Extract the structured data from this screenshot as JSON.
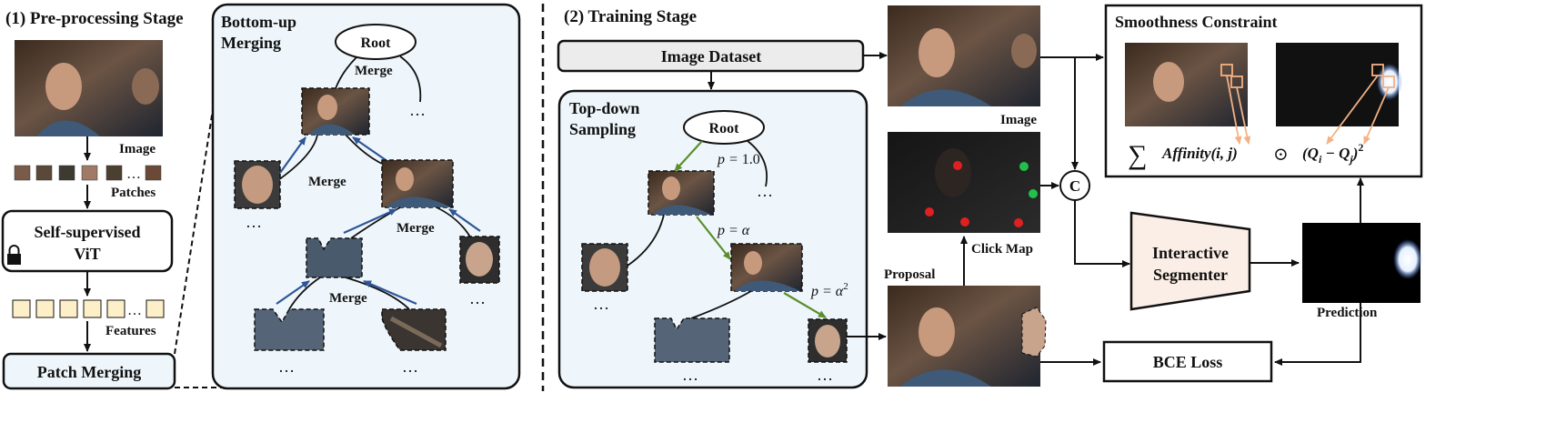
{
  "preprocess": {
    "stage_title": "(1) Pre-processing Stage",
    "image_label": "Image",
    "patches_label": "Patches",
    "patches_ellipsis": "…",
    "vit_line1": "Self-supervised",
    "vit_line2": "ViT",
    "features_label": "Features",
    "features_ellipsis": "…",
    "merging_box": "Patch Merging"
  },
  "bottom_up": {
    "title_line1": "Bottom-up",
    "title_line2": "Merging",
    "root": "Root",
    "merge": "Merge",
    "ellipsis": "…"
  },
  "training": {
    "stage_title": "(2) Training Stage",
    "dataset": "Image Dataset",
    "top_down_line1": "Top-down",
    "top_down_line2": "Sampling",
    "root": "Root",
    "p1_prefix": "p = ",
    "p1_value": "1.0",
    "p2_prefix": "p = ",
    "p2_value": "α",
    "p3_prefix": "p = ",
    "p3_value": "α",
    "p3_exp": "2",
    "ellipsis": "…",
    "image_label": "Image",
    "click_map_label": "Click Map",
    "proposal_label": "Proposal",
    "concat_symbol": "C",
    "segmenter_line1": "Interactive",
    "segmenter_line2": "Segmenter",
    "prediction_label": "Prediction",
    "bce_loss": "BCE Loss"
  },
  "smoothness": {
    "title": "Smoothness Constraint",
    "sum_symbol": "∑",
    "affinity": "Affinity(i, j)",
    "odot": "⊙",
    "q_term": "(Q",
    "q_i": "i",
    "minus": " − Q",
    "q_j": "j",
    "close": ")",
    "exp": "2"
  },
  "colors": {
    "blue_arrow": "#2f5597",
    "green_arrow": "#5a8f2a",
    "orange_arrow": "#f4b183",
    "panel_bg": "#eef6fb",
    "dataset_bg": "#ececec",
    "segmenter_bg": "#fbeee6",
    "feature_bg": "#fdf0c8"
  }
}
